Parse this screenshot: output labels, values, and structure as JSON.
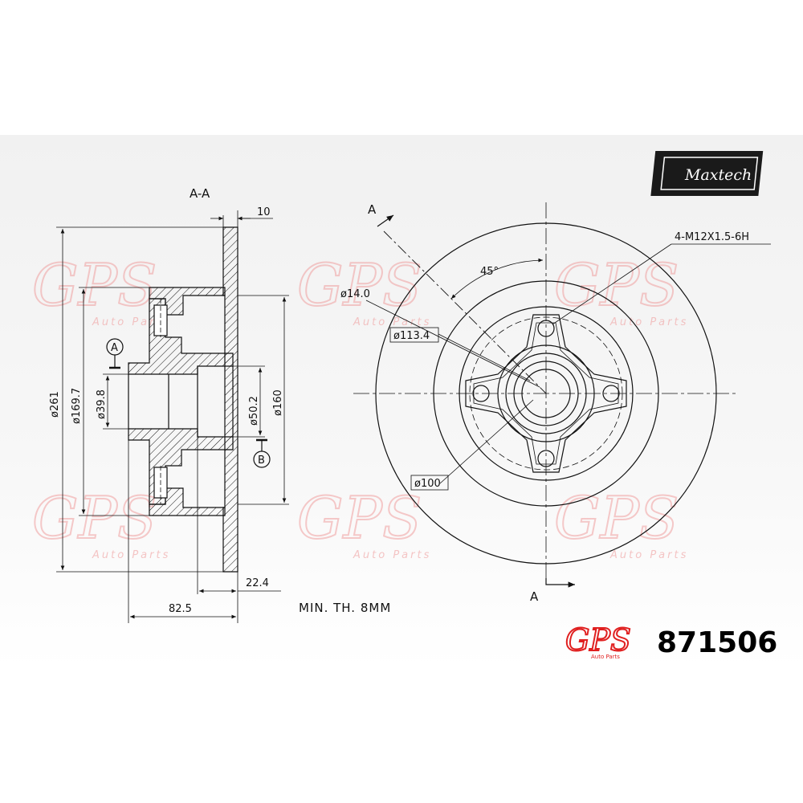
{
  "brand": {
    "maxtech_logo": "Maxtech",
    "gps_logo": "GPS",
    "gps_sub": "Auto Parts"
  },
  "watermark": {
    "text": "GPS",
    "sub": "Auto Parts"
  },
  "section_view": {
    "title": "A-A",
    "dims": {
      "thickness": "10",
      "outer_dia": "ø261",
      "bolt_ring_dia": "ø169.7",
      "center_bore": "ø39.8",
      "hub_dia": "ø50.2",
      "inner_dia": "ø160",
      "offset": "22.4",
      "height": "82.5"
    },
    "datum_a": "A",
    "datum_b": "B"
  },
  "front_view": {
    "section_arrow_top": "A",
    "section_arrow_bottom": "A",
    "angle": "45°",
    "thread": "4-M12X1.5-6H",
    "hole_dia": "ø14.0",
    "dia_113": "ø113.4",
    "dia_100": "ø100"
  },
  "min_thickness": "MIN. TH. 8MM",
  "part_number": "871506",
  "colors": {
    "line": "#111111",
    "watermark": "#f0a0a0",
    "logo_bg": "#1a1a1a",
    "logo_accent": "#e02020"
  }
}
